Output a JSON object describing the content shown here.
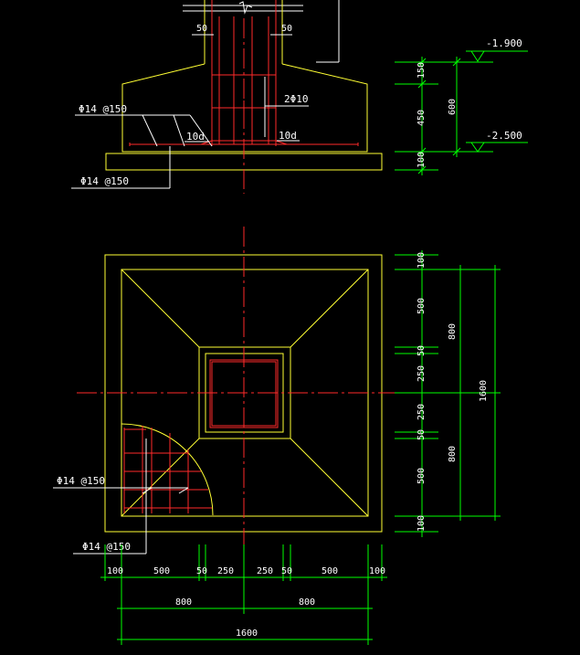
{
  "section": {
    "elev_top": "-1.900",
    "elev_bottom": "-2.500",
    "cover_left": "50",
    "cover_right": "50",
    "rebar_base": "Φ14 @150",
    "rebar_base_bottom": "Φ14 @150",
    "rebar_column": "2Φ10",
    "anchor_left": "10d",
    "anchor_right": "10d",
    "dim_150": "150",
    "dim_450": "450",
    "dim_100": "100",
    "dim_600": "600"
  },
  "plan": {
    "rebar_x": "Φ14 @150",
    "rebar_y": "Φ14 @150",
    "right_dims": [
      "100",
      "500",
      "50",
      "250",
      "250",
      "50",
      "500",
      "100"
    ],
    "right_half_top": "800",
    "right_half_bottom": "800",
    "right_total": "1600",
    "bottom_dims": [
      "100",
      "500",
      "50",
      "250",
      "250",
      "50",
      "500",
      "100"
    ],
    "bottom_half_left": "800",
    "bottom_half_right": "800",
    "bottom_total": "1600"
  }
}
